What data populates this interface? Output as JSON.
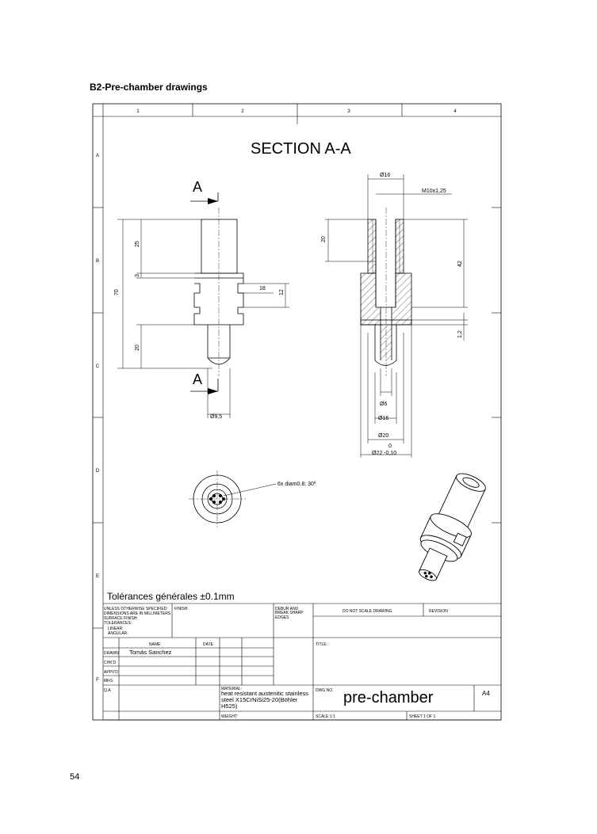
{
  "page": {
    "heading": "B2-Pre-chamber drawings",
    "page_number": "54"
  },
  "drawing": {
    "col_labels": [
      "1",
      "2",
      "3",
      "4"
    ],
    "row_labels": [
      "A",
      "B",
      "C",
      "D",
      "E",
      "F"
    ],
    "section_title": "SECTION A-A",
    "section_marker": "A",
    "left_view_dims": {
      "overall": "70",
      "top": "25",
      "flange_gap": "3",
      "flange_width": "18",
      "flange_height": "12",
      "lower": "20",
      "tip_diameter": "Ø9,5"
    },
    "section_dims": {
      "top_diameter": "Ø16",
      "thread": "M10x1,25",
      "bore_depth": "20",
      "length": "42",
      "flange_height": "1,2",
      "hole_diameter": "Ø6",
      "stem_diameter": "Ø16",
      "body_diameter": "Ø20",
      "tol_upper": "0",
      "flange_diameter": "Ø22 -0,10"
    },
    "holes_note": "6x diam0.8; 30º",
    "tolerances_note": "Tolérances générales ±0.1mm"
  },
  "title_block": {
    "unless": "UNLESS OTHERWISE SPECIFIED:",
    "dims_mm": "DIMENSIONS ARE IN MILLIMETERS",
    "surface": "SURFACE FINISH:",
    "tolerances": "TOLERANCES:",
    "linear": "LINEAR:",
    "angular": "ANGULAR:",
    "finish": "FINISH:",
    "deburr1": "DEBUR AND",
    "deburr2": "BREAK SHARP",
    "deburr3": "EDGES",
    "do_not_scale": "DO NOT SCALE DRAWING",
    "revision": "REVISION",
    "name_header": "NAME",
    "date_header": "DATE",
    "title_label": "TITLE:",
    "drawn": "DRAWN",
    "drawn_name": "Tomás Sanchez",
    "chkd": "CHK'D",
    "appvd": "APPV'D",
    "mfg": "MFG",
    "qa": "Q.A",
    "material_label": "MATERIAL:",
    "material1": "heat resistant austenitic stainless",
    "material2": "steel X15CrNiSi25-20(Böhler",
    "material3": "H525)",
    "weight": "WEIGHT:",
    "dwg_no": "DWG NO.",
    "part_name": "pre-chamber",
    "size": "A4",
    "scale": "SCALE:1:1",
    "sheet": "SHEET 1 OF 1"
  }
}
